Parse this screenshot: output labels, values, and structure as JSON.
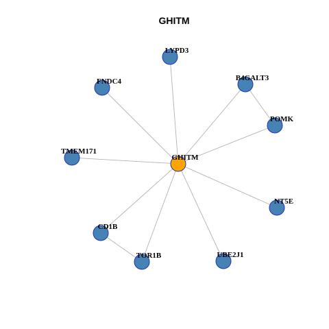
{
  "title": "GHITM",
  "colors": {
    "hub_fill": "#FFA500",
    "node_fill": "#4682B4",
    "node_stroke": "#2233BB",
    "edge": "#b3b3b3"
  },
  "nodes": [
    {
      "id": "GHITM",
      "label": "GHITM",
      "hub": true
    },
    {
      "id": "LYPD3",
      "label": "LYPD3"
    },
    {
      "id": "FNDC4",
      "label": "FNDC4"
    },
    {
      "id": "B4GALT3",
      "label": "B4GALT3"
    },
    {
      "id": "POMK",
      "label": "POMK"
    },
    {
      "id": "TMEM171",
      "label": "TMEM171"
    },
    {
      "id": "NT5E",
      "label": "NT5E"
    },
    {
      "id": "CD1B",
      "label": "CD1B"
    },
    {
      "id": "TOR1B",
      "label": "TOR1B"
    },
    {
      "id": "UBE2J1",
      "label": "UBE2J1"
    }
  ],
  "edges": [
    [
      "GHITM",
      "LYPD3"
    ],
    [
      "GHITM",
      "FNDC4"
    ],
    [
      "GHITM",
      "B4GALT3"
    ],
    [
      "GHITM",
      "POMK"
    ],
    [
      "GHITM",
      "TMEM171"
    ],
    [
      "GHITM",
      "NT5E"
    ],
    [
      "GHITM",
      "CD1B"
    ],
    [
      "GHITM",
      "TOR1B"
    ],
    [
      "GHITM",
      "UBE2J1"
    ],
    [
      "B4GALT3",
      "POMK"
    ],
    [
      "CD1B",
      "TOR1B"
    ]
  ]
}
